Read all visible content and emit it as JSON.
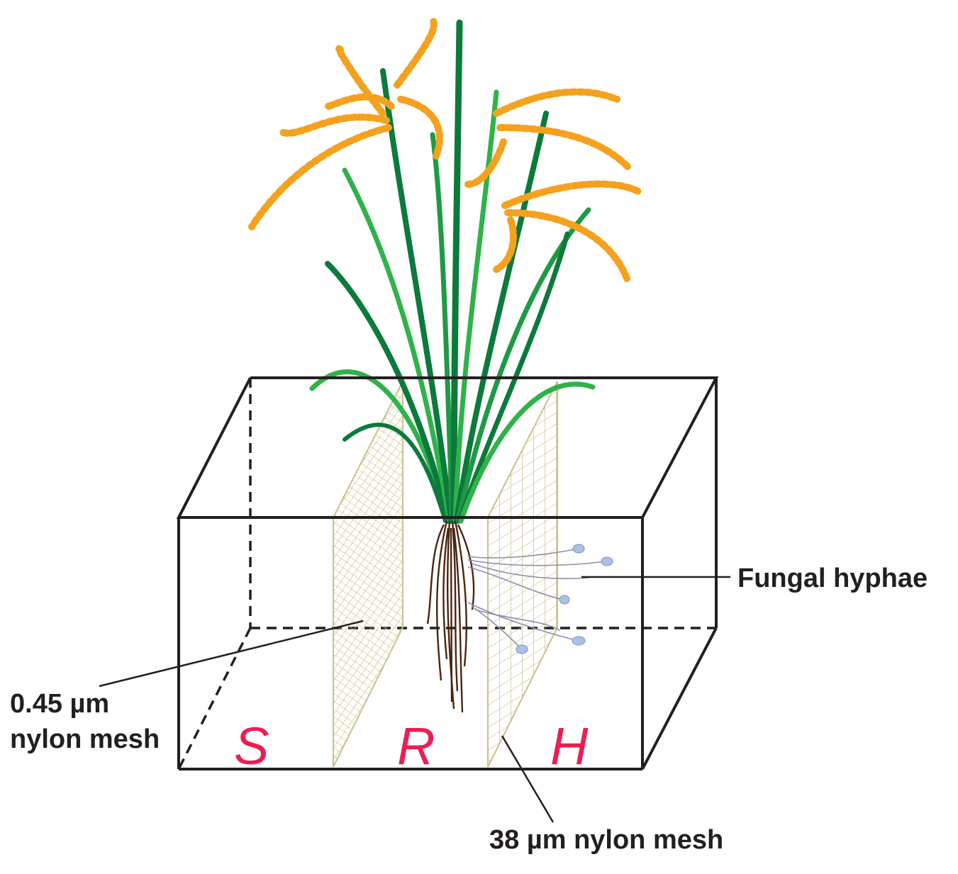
{
  "labels": {
    "fungal_hyphae": "Fungal hyphae",
    "fine_mesh_line1": "0.45 µm",
    "fine_mesh_line2": "nylon mesh",
    "coarse_mesh": "38 µm nylon mesh"
  },
  "zones": {
    "s": "S",
    "r": "R",
    "h": "H"
  },
  "colors": {
    "box_line": "#231f20",
    "mesh": "#c9c08c",
    "leaf_dark": "#0b7a3b",
    "leaf_light": "#2fb24a",
    "grain": "#f4a11d",
    "root": "#4a2412",
    "hyphae": "#8a8fa8",
    "spore": "#a9c2e6",
    "zone_letter": "#ee1d4f"
  }
}
